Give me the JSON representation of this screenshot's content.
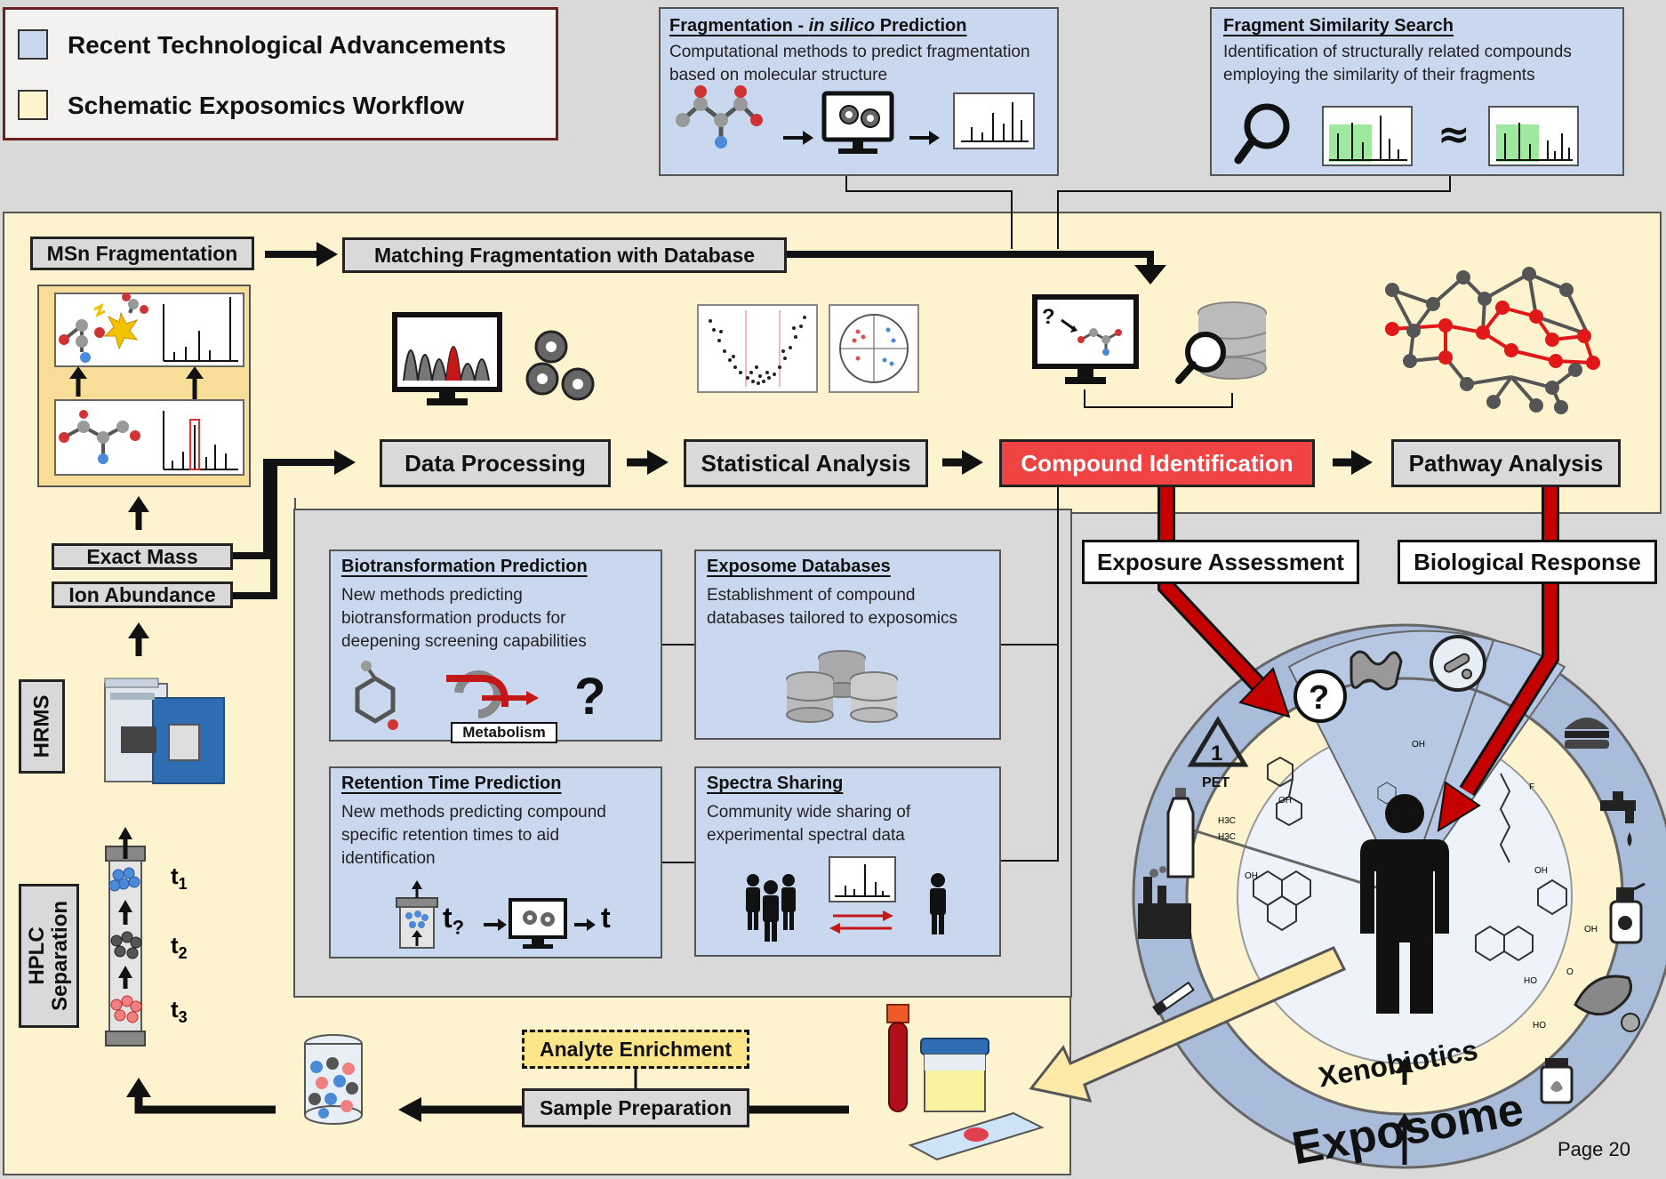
{
  "legend": {
    "items": [
      {
        "label": "Recent Technological Advancements",
        "color": "#cad8ef"
      },
      {
        "label": "Schematic Exposomics Workflow",
        "color": "#fdf3cf"
      }
    ]
  },
  "top_boxes": {
    "fragmentation": {
      "title_prefix": "Fragmentation - ",
      "title_italic": "in silico",
      "title_suffix": " Prediction",
      "text": "Computational methods to predict fragmentation based on molecular structure"
    },
    "similarity": {
      "title": "Fragment Similarity Search",
      "text": "Identification of structurally related compounds employing the similarity of their fragments",
      "approx": "≈"
    }
  },
  "workflow": {
    "msn": "MSn Fragmentation",
    "matching": "Matching Fragmentation with Database",
    "data_processing": "Data Processing",
    "statistical_analysis": "Statistical Analysis",
    "compound_identification": "Compound Identification",
    "pathway_analysis": "Pathway Analysis",
    "exact_mass": "Exact Mass",
    "ion_abundance": "Ion Abundance",
    "hrms": "HRMS",
    "hplc_line1": "HPLC",
    "hplc_line2": "Separation",
    "t1": "t",
    "t1_sub": "1",
    "t2": "t",
    "t2_sub": "2",
    "t3": "t",
    "t3_sub": "3",
    "analyte_enrichment": "Analyte Enrichment",
    "sample_preparation": "Sample Preparation",
    "exposure_assessment": "Exposure Assessment",
    "biological_response": "Biological Response",
    "detector_question": "?"
  },
  "inner_boxes": {
    "biotransformation": {
      "title": "Biotransformation Prediction",
      "text": "New methods predicting biotransformation products for deepening screening capabilities",
      "metabolism": "Metabolism",
      "question": "?"
    },
    "databases": {
      "title": "Exposome Databases",
      "text": "Establishment of compound databases tailored to exposomics"
    },
    "retention": {
      "title": "Retention Time Prediction",
      "text": "New methods predicting compound specific retention times to  aid identification",
      "t_q": "t",
      "t_q_sub": "?",
      "t": "t"
    },
    "spectra": {
      "title": "Spectra Sharing",
      "text": "Community wide sharing of experimental spectral data"
    }
  },
  "exposome": {
    "outer_label": "Exposome",
    "inner_label": "Xenobiotics",
    "pet_label": "PET",
    "recycle_number": "1",
    "question": "?",
    "chem_labels": [
      "OH",
      "H3C",
      "H3C",
      "OH",
      "OH",
      "F",
      "OH",
      "HO",
      "HO",
      "O",
      "OH"
    ]
  },
  "footer": {
    "page": "Page 20"
  },
  "colors": {
    "workflow_bg": "#fdf3cf",
    "tech_bg": "#cad8ef",
    "highlight_red": "#f04343",
    "arrow_red": "#c40000",
    "gray": "#d9d9d9"
  }
}
